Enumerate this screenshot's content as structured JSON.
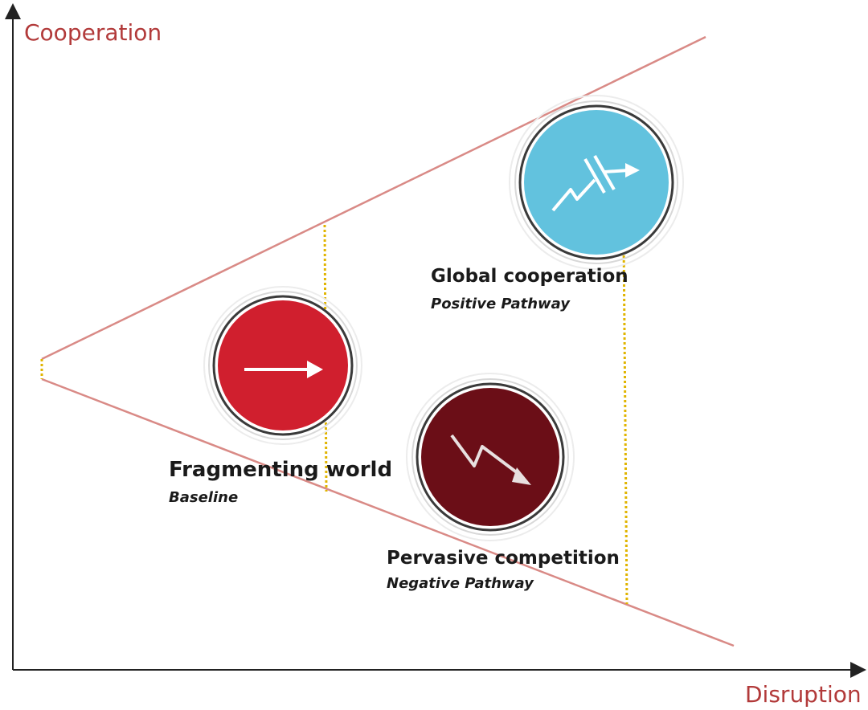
{
  "axes": {
    "y_label": "Cooperation",
    "x_label": "Disruption",
    "color": "#b23a3a"
  },
  "cone": {
    "line_color": "#d98a86",
    "guide_color": "#e0b400"
  },
  "scenarios": {
    "fragmenting": {
      "name": "Fragmenting world",
      "subtitle": "Baseline",
      "color": "#d01f2e",
      "icon": "arrow-right-icon"
    },
    "global": {
      "name": "Global cooperation",
      "subtitle": "Positive Pathway",
      "color": "#62c2de",
      "icon": "breakthrough-arrow-icon"
    },
    "pervasive": {
      "name": "Pervasive competition",
      "subtitle": "Negative Pathway",
      "color": "#6b0e17",
      "icon": "decline-arrow-icon"
    }
  }
}
